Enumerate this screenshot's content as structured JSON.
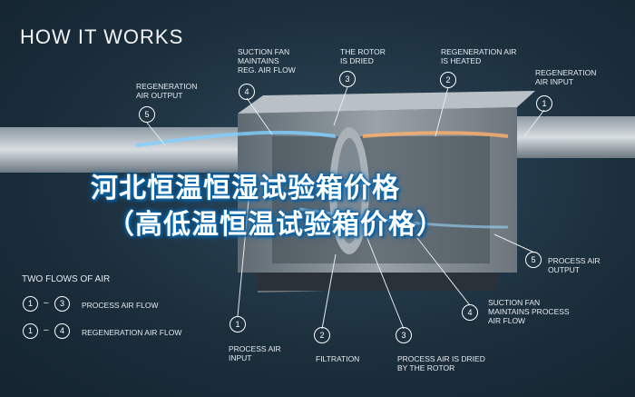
{
  "header": {
    "title": "HOW IT WORKS"
  },
  "overlay": {
    "line1": "河北恒温恒湿试验箱价格",
    "line2": "（高低温恒温试验箱价格）"
  },
  "callouts_top": [
    {
      "num": "5",
      "label": "REGENERATION\nAIR OUTPUT"
    },
    {
      "num": "4",
      "label": "SUCTION FAN\nMAINTAINS\nREG. AIR FLOW"
    },
    {
      "num": "3",
      "label": "THE ROTOR\nIS DRIED"
    },
    {
      "num": "2",
      "label": "REGENERATION AIR\nIS HEATED"
    },
    {
      "num": "1",
      "label": "REGENERATION\nAIR INPUT"
    }
  ],
  "callouts_bottom": [
    {
      "num": "1",
      "label": "PROCESS AIR\nINPUT"
    },
    {
      "num": "2",
      "label": "FILTRATION"
    },
    {
      "num": "3",
      "label": "PROCESS AIR IS DRIED\nBY THE ROTOR"
    },
    {
      "num": "4",
      "label": "SUCTION FAN\nMAINTAINS PROCESS\nAIR FLOW"
    },
    {
      "num": "5",
      "label": "PROCESS AIR\nOUTPUT"
    }
  ],
  "legend": {
    "title": "TWO FLOWS OF AIR",
    "rows": [
      {
        "from": "1",
        "to": "3",
        "label": "PROCESS AIR FLOW"
      },
      {
        "from": "1",
        "to": "4",
        "label": "REGENERATION AIR FLOW"
      }
    ],
    "dash": "–"
  }
}
